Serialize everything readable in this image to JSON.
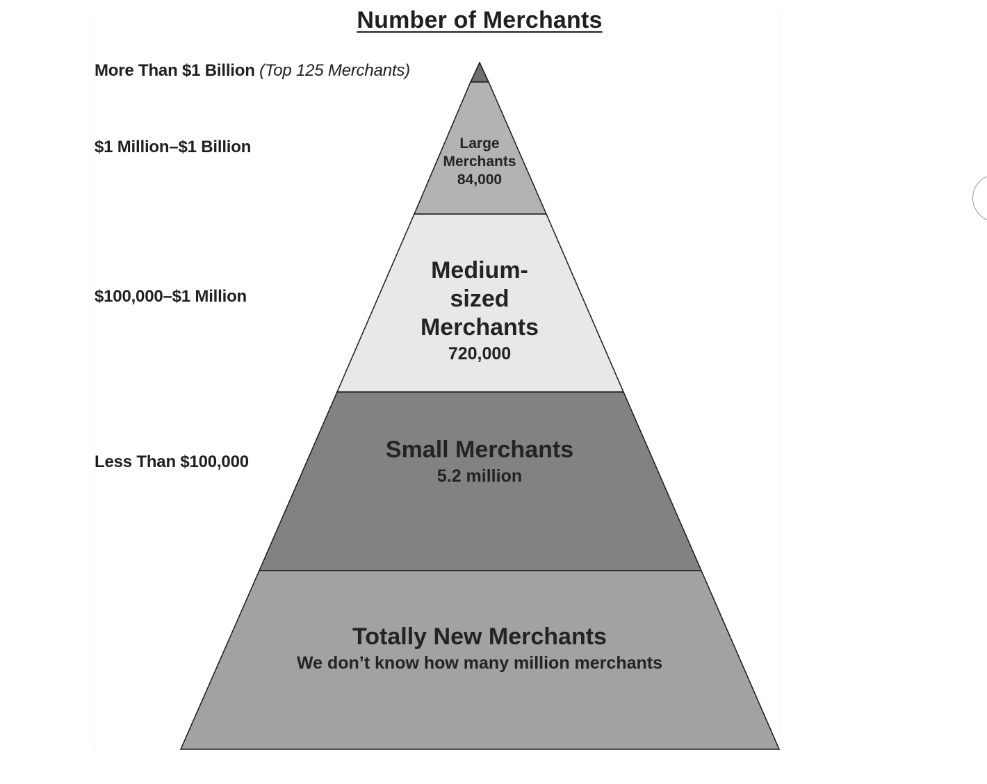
{
  "title": "Number of Merchants",
  "colors": {
    "apex": "#6e6e6e",
    "large": "#b3b3b3",
    "medium": "#e8e8e8",
    "small": "#828282",
    "new": "#a2a2a2",
    "outline": "#1a1a1a"
  },
  "tier_labels": [
    {
      "text": "More Than $1 Billion",
      "note": "(Top 125 Merchants)"
    },
    {
      "text": "$1 Million–$1 Billion"
    },
    {
      "text": "$100,000–$1 Million"
    },
    {
      "text": "Less Than $100,000"
    }
  ],
  "bands": {
    "large": {
      "name_line1": "Large",
      "name_line2": "Merchants",
      "count": "84,000"
    },
    "medium": {
      "name_line1": "Medium-",
      "name_line2": "sized",
      "name_line3": "Merchants",
      "count": "720,000"
    },
    "small": {
      "name": "Small Merchants",
      "count": "5.2 million"
    },
    "new": {
      "name": "Totally New Merchants",
      "count": "We don’t know how many million merchants"
    }
  }
}
